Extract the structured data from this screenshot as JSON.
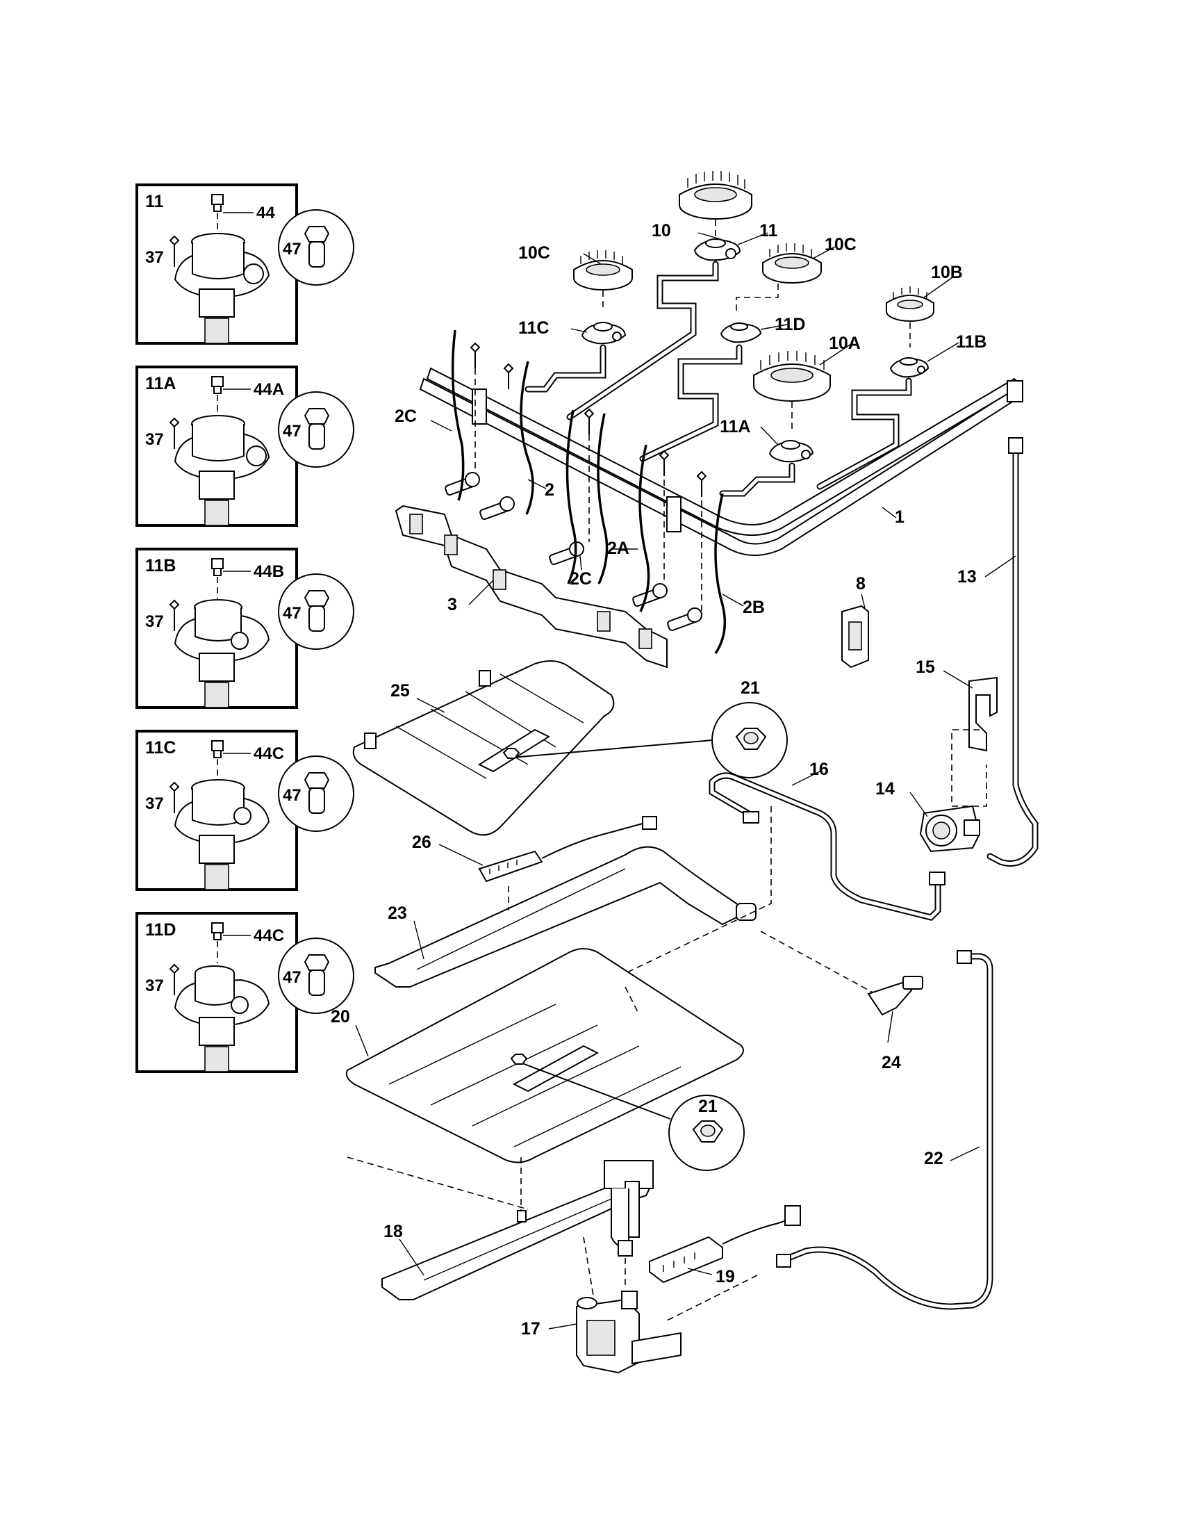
{
  "insets": [
    {
      "title": "11",
      "screw": "37",
      "seat": "44",
      "orifice": "47"
    },
    {
      "title": "11A",
      "screw": "37",
      "seat": "44A",
      "orifice": "47"
    },
    {
      "title": "11B",
      "screw": "37",
      "seat": "44B",
      "orifice": "47"
    },
    {
      "title": "11C",
      "screw": "37",
      "seat": "44C",
      "orifice": "47"
    },
    {
      "title": "11D",
      "screw": "37",
      "seat": "44C",
      "orifice": "47"
    }
  ],
  "callouts": {
    "burner_head_10": "10",
    "burner_base_11": "11",
    "burner_head_10c_left": "10C",
    "burner_head_10c_right": "10C",
    "burner_head_10b": "10B",
    "burner_base_11c": "11C",
    "burner_base_11d": "11D",
    "burner_head_10a": "10A",
    "burner_base_11b": "11B",
    "burner_base_11a": "11A",
    "wire_2c_left": "2C",
    "wire_2": "2",
    "wire_2a": "2A",
    "wire_2c_mid": "2C",
    "wire_2b": "2B",
    "manifold_1": "1",
    "bracket_3": "3",
    "bracket_8": "8",
    "tube_13": "13",
    "bracket_15": "15",
    "nut_21_top": "21",
    "nut_21_bottom": "21",
    "shield_25": "25",
    "tube_16": "16",
    "regulator_14": "14",
    "igniter_26": "26",
    "burner_23": "23",
    "elbow_24": "24",
    "shield_20": "20",
    "tube_22": "22",
    "burner_18": "18",
    "igniter_19": "19",
    "valve_17": "17"
  }
}
